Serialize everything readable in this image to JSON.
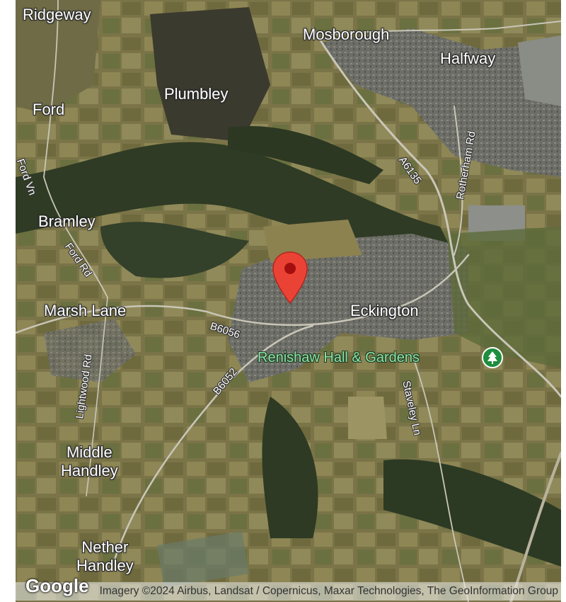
{
  "map": {
    "type": "satellite",
    "places": {
      "ridgeway": "Ridgeway",
      "mosborough": "Mosborough",
      "halfway": "Halfway",
      "plumbley": "Plumbley",
      "ford": "Ford",
      "bramley": "Bramley",
      "marsh_lane": "Marsh Lane",
      "eckington": "Eckington",
      "middle_handley": "Middle\nHandley",
      "nether_handley": "Nether\nHandley"
    },
    "roads": {
      "ford_vn": "Ford Vn",
      "ford_rd": "Ford Rd",
      "a6135": "A6135",
      "rotherham_rd": "Rotherham Rd",
      "b6056": "B6056",
      "b6052": "B6052",
      "lightwood_rd": "Lightwood Rd",
      "staveley_ln": "Staveley Ln"
    },
    "poi": {
      "label": "Renishaw Hall & Gardens",
      "icon": "park-tree-icon",
      "color": "#1e8e3e"
    },
    "marker": {
      "icon": "location-pin-icon",
      "color": "#ea4335"
    },
    "logo": "Google",
    "attribution": "Imagery ©2024 Airbus, Landsat / Copernicus, Maxar Technologies, The GeoInformation Group"
  }
}
